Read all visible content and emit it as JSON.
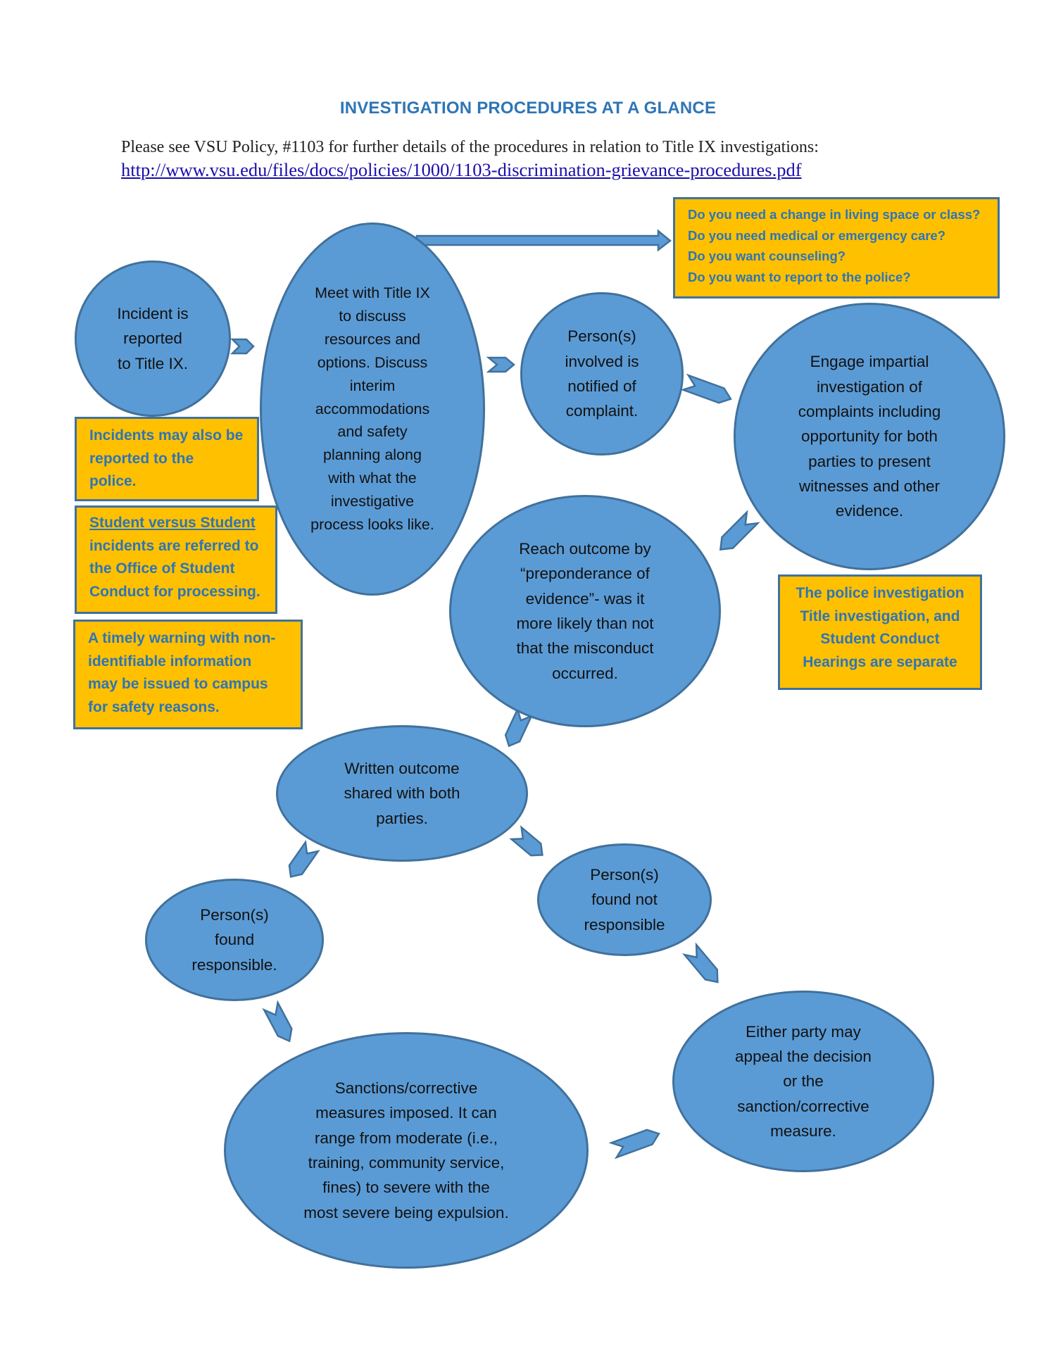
{
  "header": {
    "title": "INVESTIGATION PROCEDURES AT A GLANCE",
    "intro": "Please see VSU Policy, #1103 for further details of the procedures in relation to Title IX investigations:",
    "link": "http://www.vsu.edu/files/docs/policies/1000/1103-discrimination-grievance-procedures.pdf"
  },
  "nodes": {
    "incident": "Incident is\nreported\nto Title IX.",
    "meet": "Meet with Title IX\nto discuss\nresources and\noptions. Discuss\ninterim\naccommodations\nand safety\nplanning along\nwith what the\ninvestigative\nprocess looks like.",
    "notified": "Person(s)\ninvolved is\nnotified of\ncomplaint.",
    "investigation": "Engage impartial\ninvestigation of\ncomplaints including\nopportunity for both\nparties to present\nwitnesses and other\nevidence.",
    "outcome": "Reach outcome by\n“preponderance of\nevidence”- was it\nmore likely than not\nthat the misconduct\noccurred.",
    "written": "Written outcome\nshared with both\nparties.",
    "responsible": "Person(s)\nfound\nresponsible.",
    "not_responsible": "Person(s)\nfound not\nresponsible",
    "sanctions": "Sanctions/corrective\nmeasures imposed. It can\nrange from moderate (i.e.,\ntraining, community service,\nfines) to severe with the\nmost severe being expulsion.",
    "appeal": "Either party may\nappeal the decision\nor the\nsanction/corrective\nmeasure."
  },
  "notes": {
    "questions": "Do you need a change in living space or class?\nDo you need medical or emergency care?\nDo you want counseling?\nDo you want to report to the police?",
    "police": "Incidents may also be\nreported to the\npolice.",
    "student_underlined": "Student versus Student",
    "student_rest": "incidents are referred to\nthe Office of Student\nConduct for processing.",
    "warning": "A timely warning with non-\nidentifiable information\nmay be issued to campus\nfor safety reasons.",
    "separate": "The police investigation\nTitle investigation, and\nStudent Conduct\nHearings are separate"
  },
  "colors": {
    "node_fill": "#5B9BD5",
    "node_border": "#41719C",
    "note_fill": "#FFC000",
    "note_text": "#2E75B6",
    "title": "#2E75B6"
  }
}
